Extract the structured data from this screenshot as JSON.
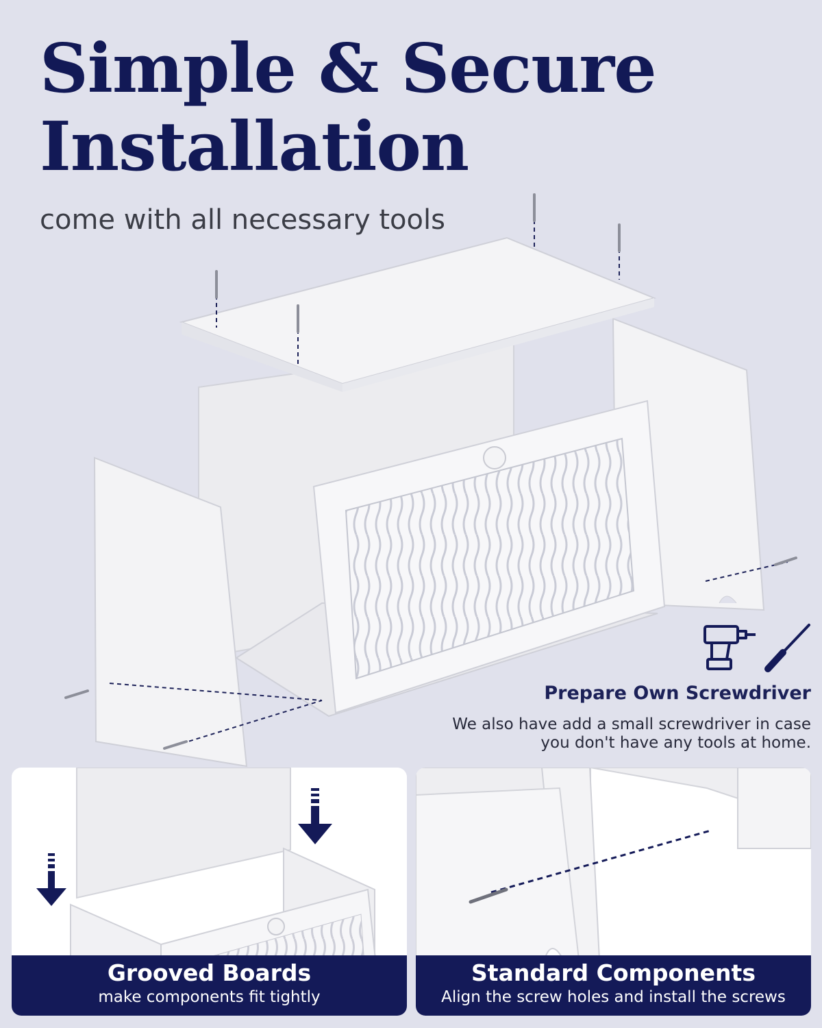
{
  "header": {
    "title_line1": "Simple & Secure",
    "title_line2": "Installation",
    "subtitle": "come with all necessary tools"
  },
  "tools_note": {
    "icons": [
      "drill-icon",
      "screwdriver-icon"
    ],
    "title": "Prepare Own Screwdriver",
    "description_line1": "We also have add a small screwdriver in case",
    "description_line2": "you don't have any tools at home."
  },
  "cards": [
    {
      "title": "Grooved Boards",
      "subtitle": "make components fit tightly",
      "icons": [
        "arrow-down-icon",
        "arrow-down-icon"
      ]
    },
    {
      "title": "Standard Components",
      "subtitle": "Align the screw holes and install the screws"
    }
  ],
  "colors": {
    "background": "#e0e1ec",
    "navy": "#141a58",
    "title": "#121956",
    "panel": "#f1f1f3"
  }
}
